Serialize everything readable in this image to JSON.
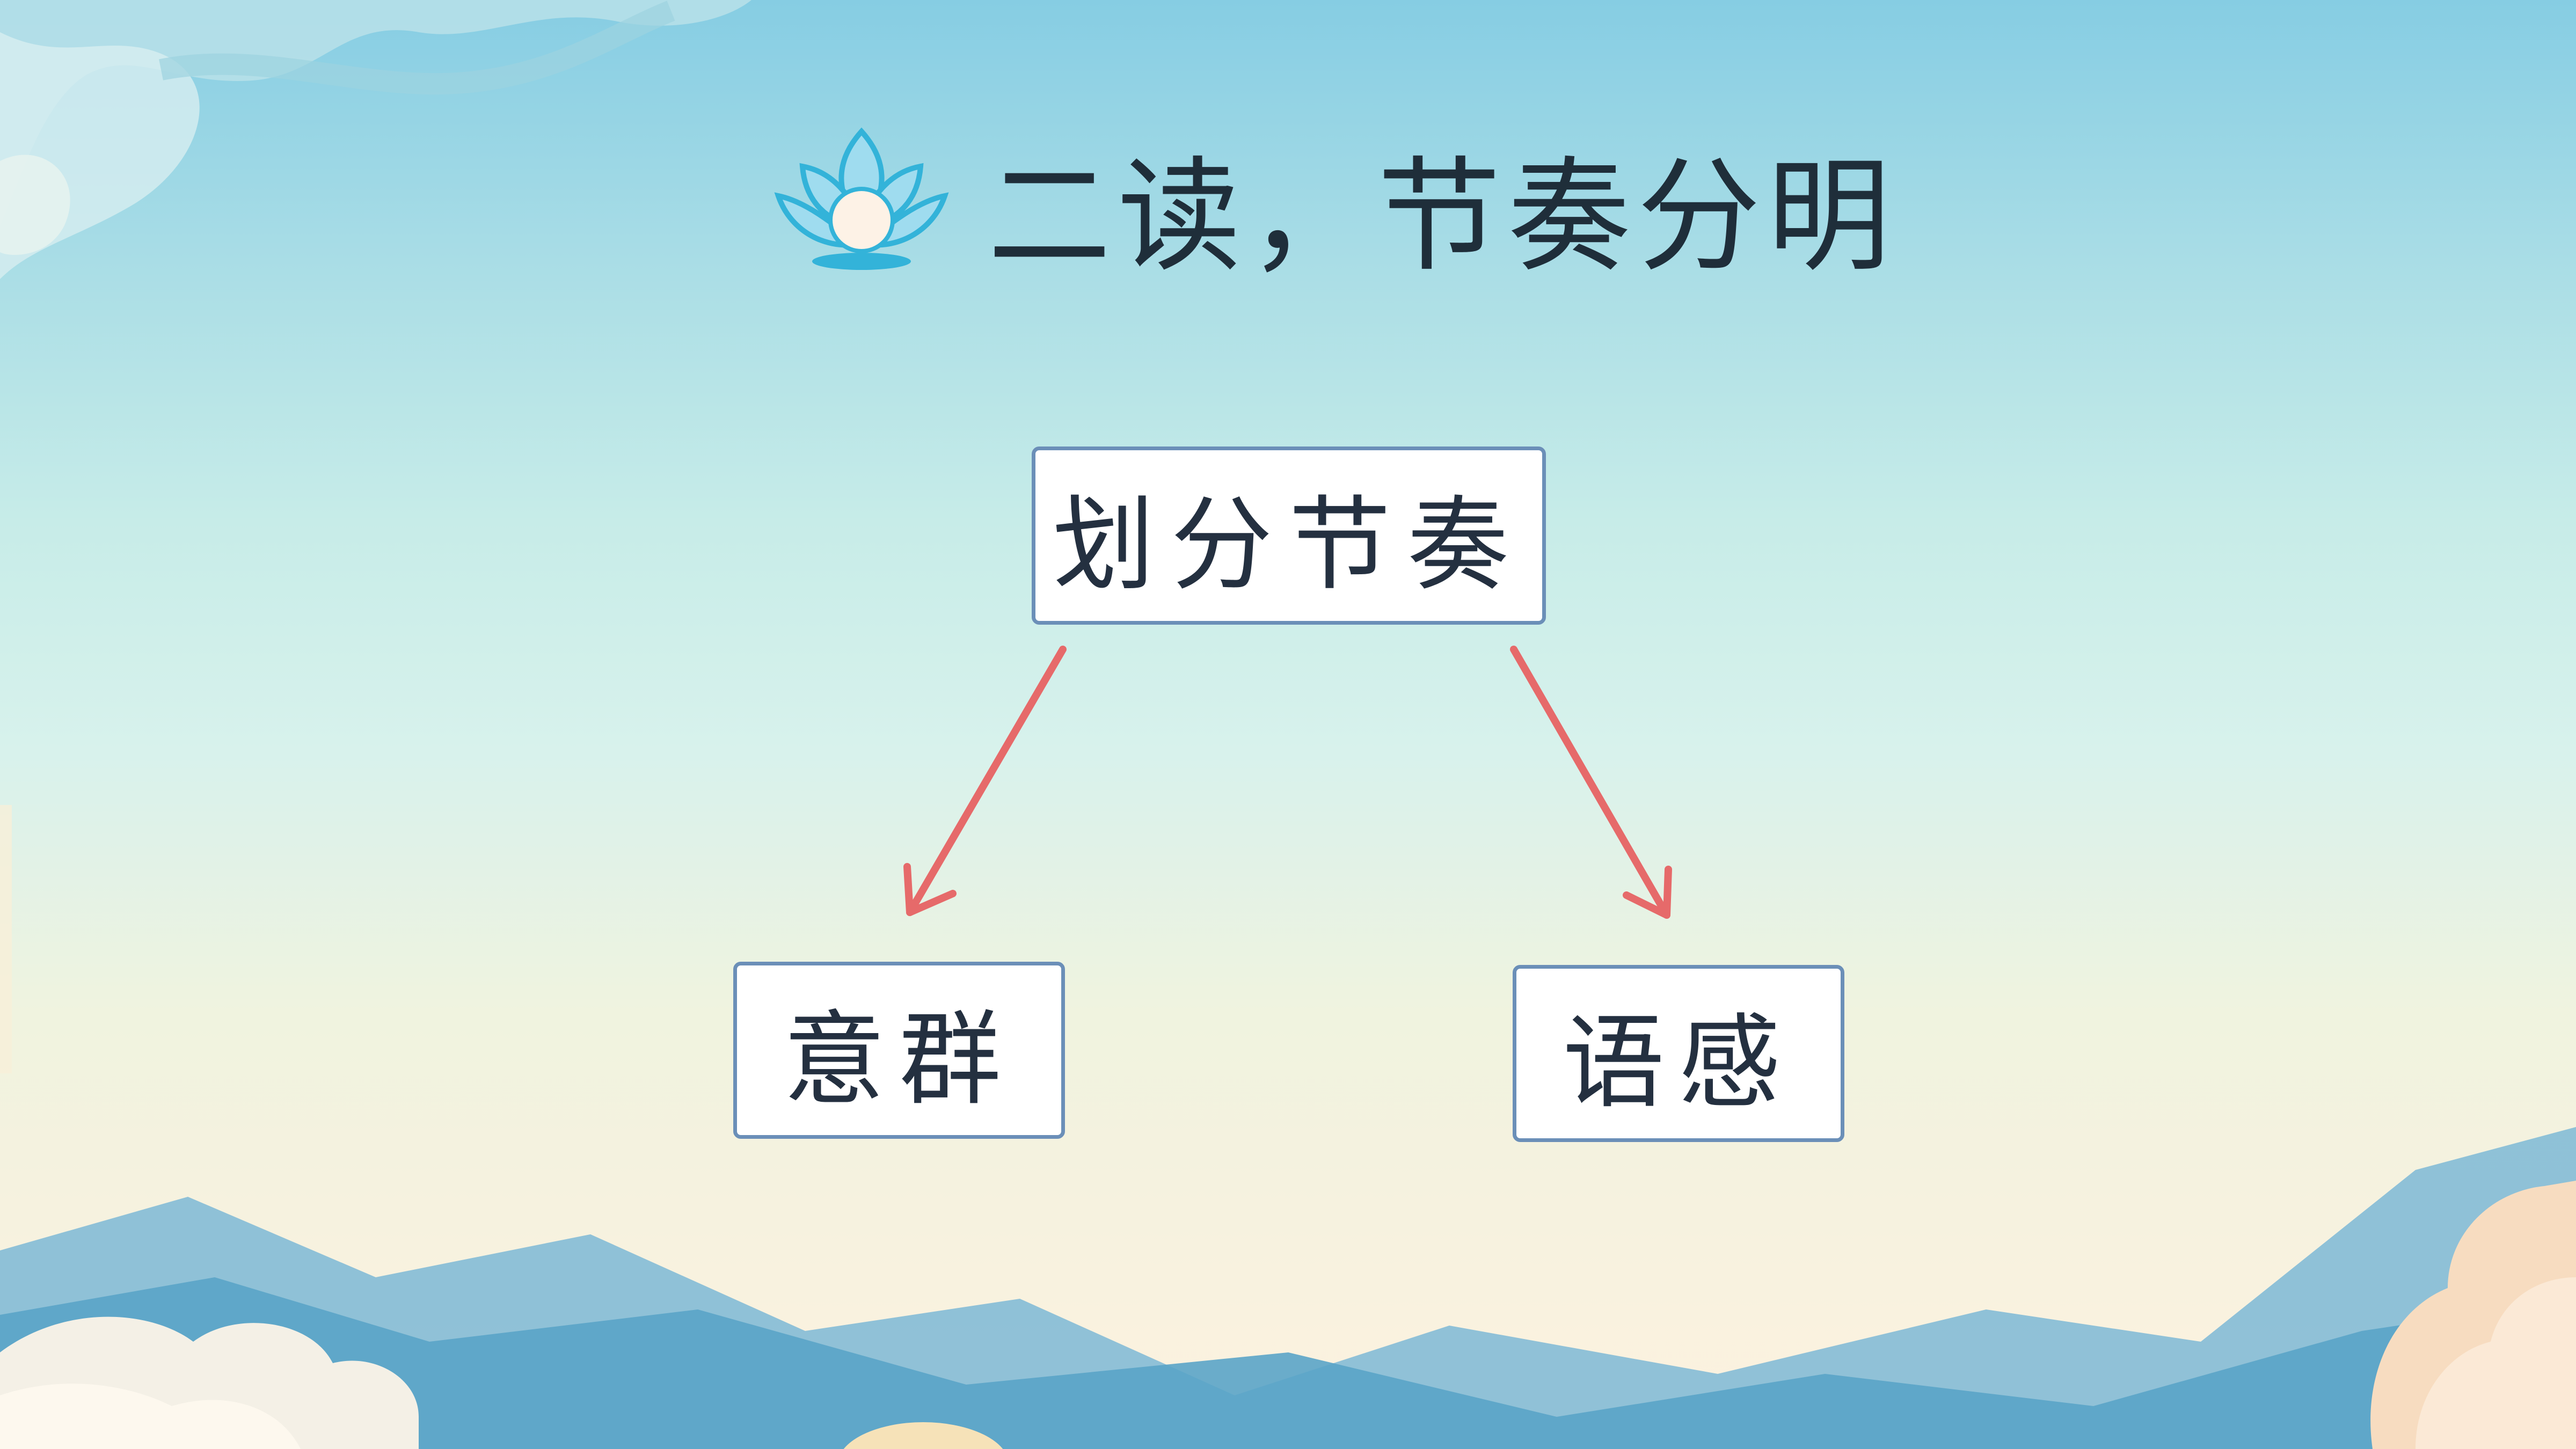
{
  "title": "二读，节奏分明",
  "diagram": {
    "root": "划分节奏",
    "children": [
      "意群",
      "语感"
    ]
  },
  "colors": {
    "arrow": "#e66a6a",
    "box_border": "#6b8fb8",
    "title_text": "#1f2e3a",
    "lotus": "#33b3d9"
  },
  "icons": {
    "title_icon": "lotus-icon"
  }
}
